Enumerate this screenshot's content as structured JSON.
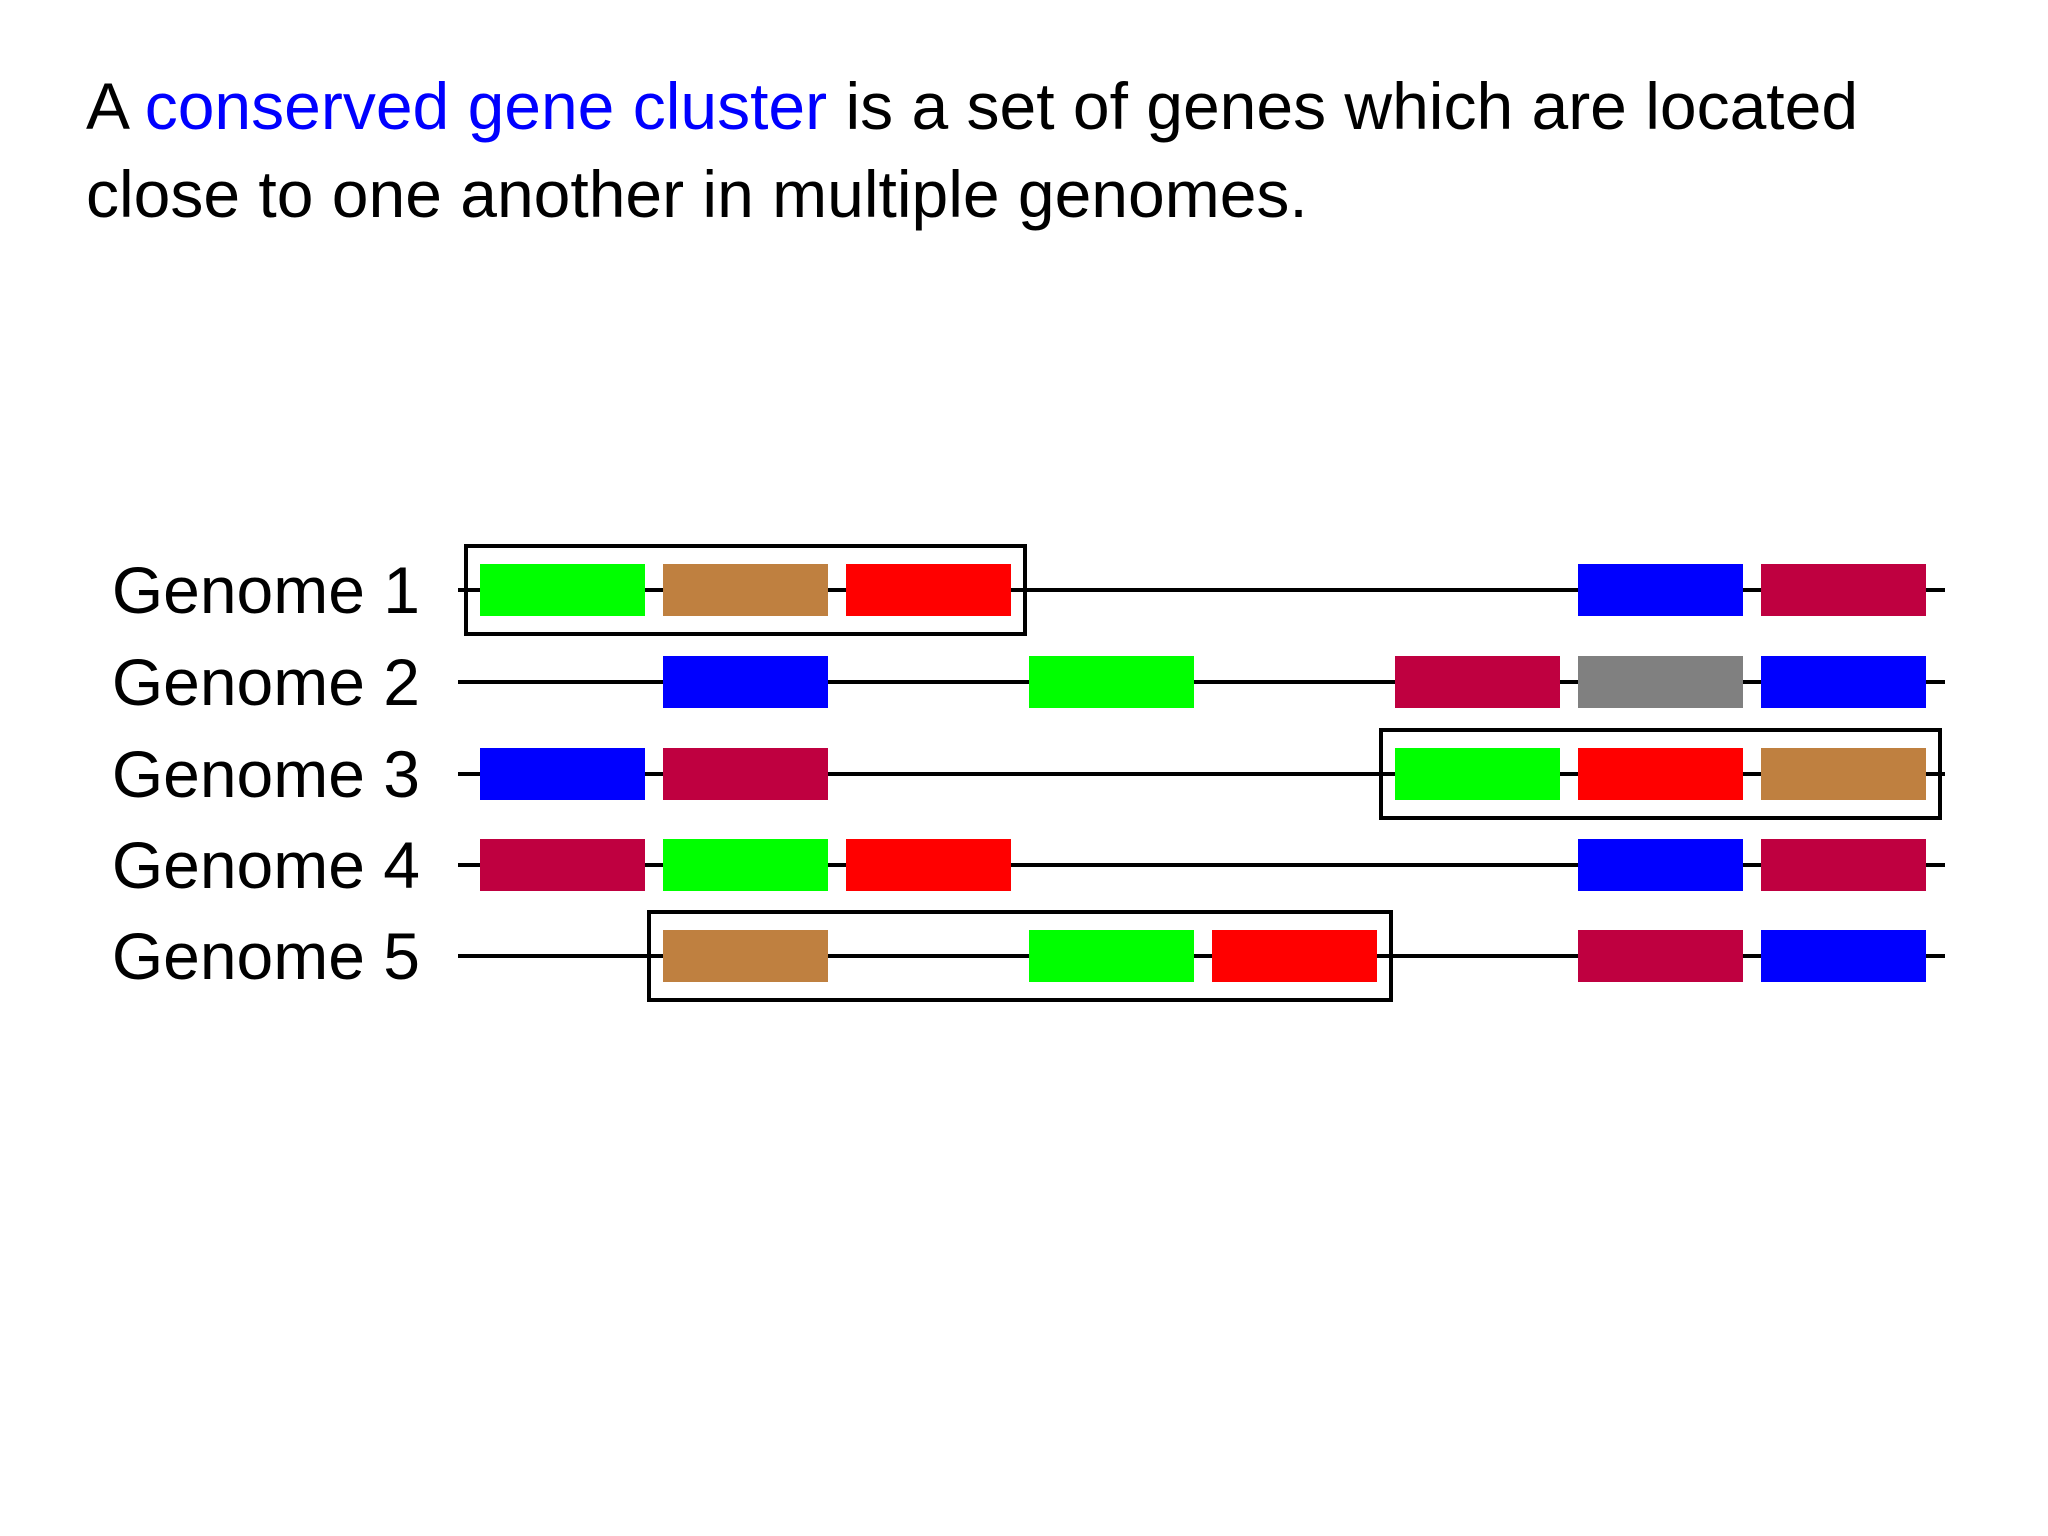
{
  "background": "#FFFFFF",
  "title": {
    "part1": "A ",
    "highlight": "conserved gene cluster",
    "part2": " is a set of genes which are located",
    "line2": "close to one another in multiple genomes.",
    "text_color": "#000000",
    "highlight_color": "#0000FF"
  },
  "colors": {
    "green": "#00FF00",
    "brown": "#BF8040",
    "red": "#FF0000",
    "blue": "#0000FF",
    "purple": "#BF0040",
    "gray": "#808080"
  },
  "diagram": {
    "row_ys": [
      590,
      682,
      774,
      865,
      956
    ],
    "line_start": 458,
    "line_end": 1945,
    "slot_starts": [
      480,
      663,
      846,
      1029,
      1212,
      1395,
      1578,
      1761
    ],
    "gene_width": 165,
    "gene_height": 52,
    "cluster_pad": 16,
    "genomes": [
      {
        "label": "Genome 1",
        "genes": [
          {
            "slot": 0,
            "color": "green"
          },
          {
            "slot": 1,
            "color": "brown"
          },
          {
            "slot": 2,
            "color": "red"
          },
          {
            "slot": 6,
            "color": "blue"
          },
          {
            "slot": 7,
            "color": "purple"
          }
        ],
        "cluster": {
          "from": 0,
          "to": 2
        }
      },
      {
        "label": "Genome 2",
        "genes": [
          {
            "slot": 1,
            "color": "blue"
          },
          {
            "slot": 3,
            "color": "green"
          },
          {
            "slot": 5,
            "color": "purple"
          },
          {
            "slot": 6,
            "color": "gray"
          },
          {
            "slot": 7,
            "color": "blue"
          }
        ],
        "cluster": null
      },
      {
        "label": "Genome 3",
        "genes": [
          {
            "slot": 0,
            "color": "blue"
          },
          {
            "slot": 1,
            "color": "purple"
          },
          {
            "slot": 5,
            "color": "green"
          },
          {
            "slot": 6,
            "color": "red"
          },
          {
            "slot": 7,
            "color": "brown"
          }
        ],
        "cluster": {
          "from": 5,
          "to": 7
        }
      },
      {
        "label": "Genome 4",
        "genes": [
          {
            "slot": 0,
            "color": "purple"
          },
          {
            "slot": 1,
            "color": "green"
          },
          {
            "slot": 2,
            "color": "red"
          },
          {
            "slot": 6,
            "color": "blue"
          },
          {
            "slot": 7,
            "color": "purple"
          }
        ],
        "cluster": null
      },
      {
        "label": "Genome 5",
        "genes": [
          {
            "slot": 1,
            "color": "brown"
          },
          {
            "slot": 3,
            "color": "green"
          },
          {
            "slot": 4,
            "color": "red"
          },
          {
            "slot": 6,
            "color": "purple"
          },
          {
            "slot": 7,
            "color": "blue"
          }
        ],
        "cluster": {
          "from": 1,
          "to": 4
        }
      }
    ]
  }
}
